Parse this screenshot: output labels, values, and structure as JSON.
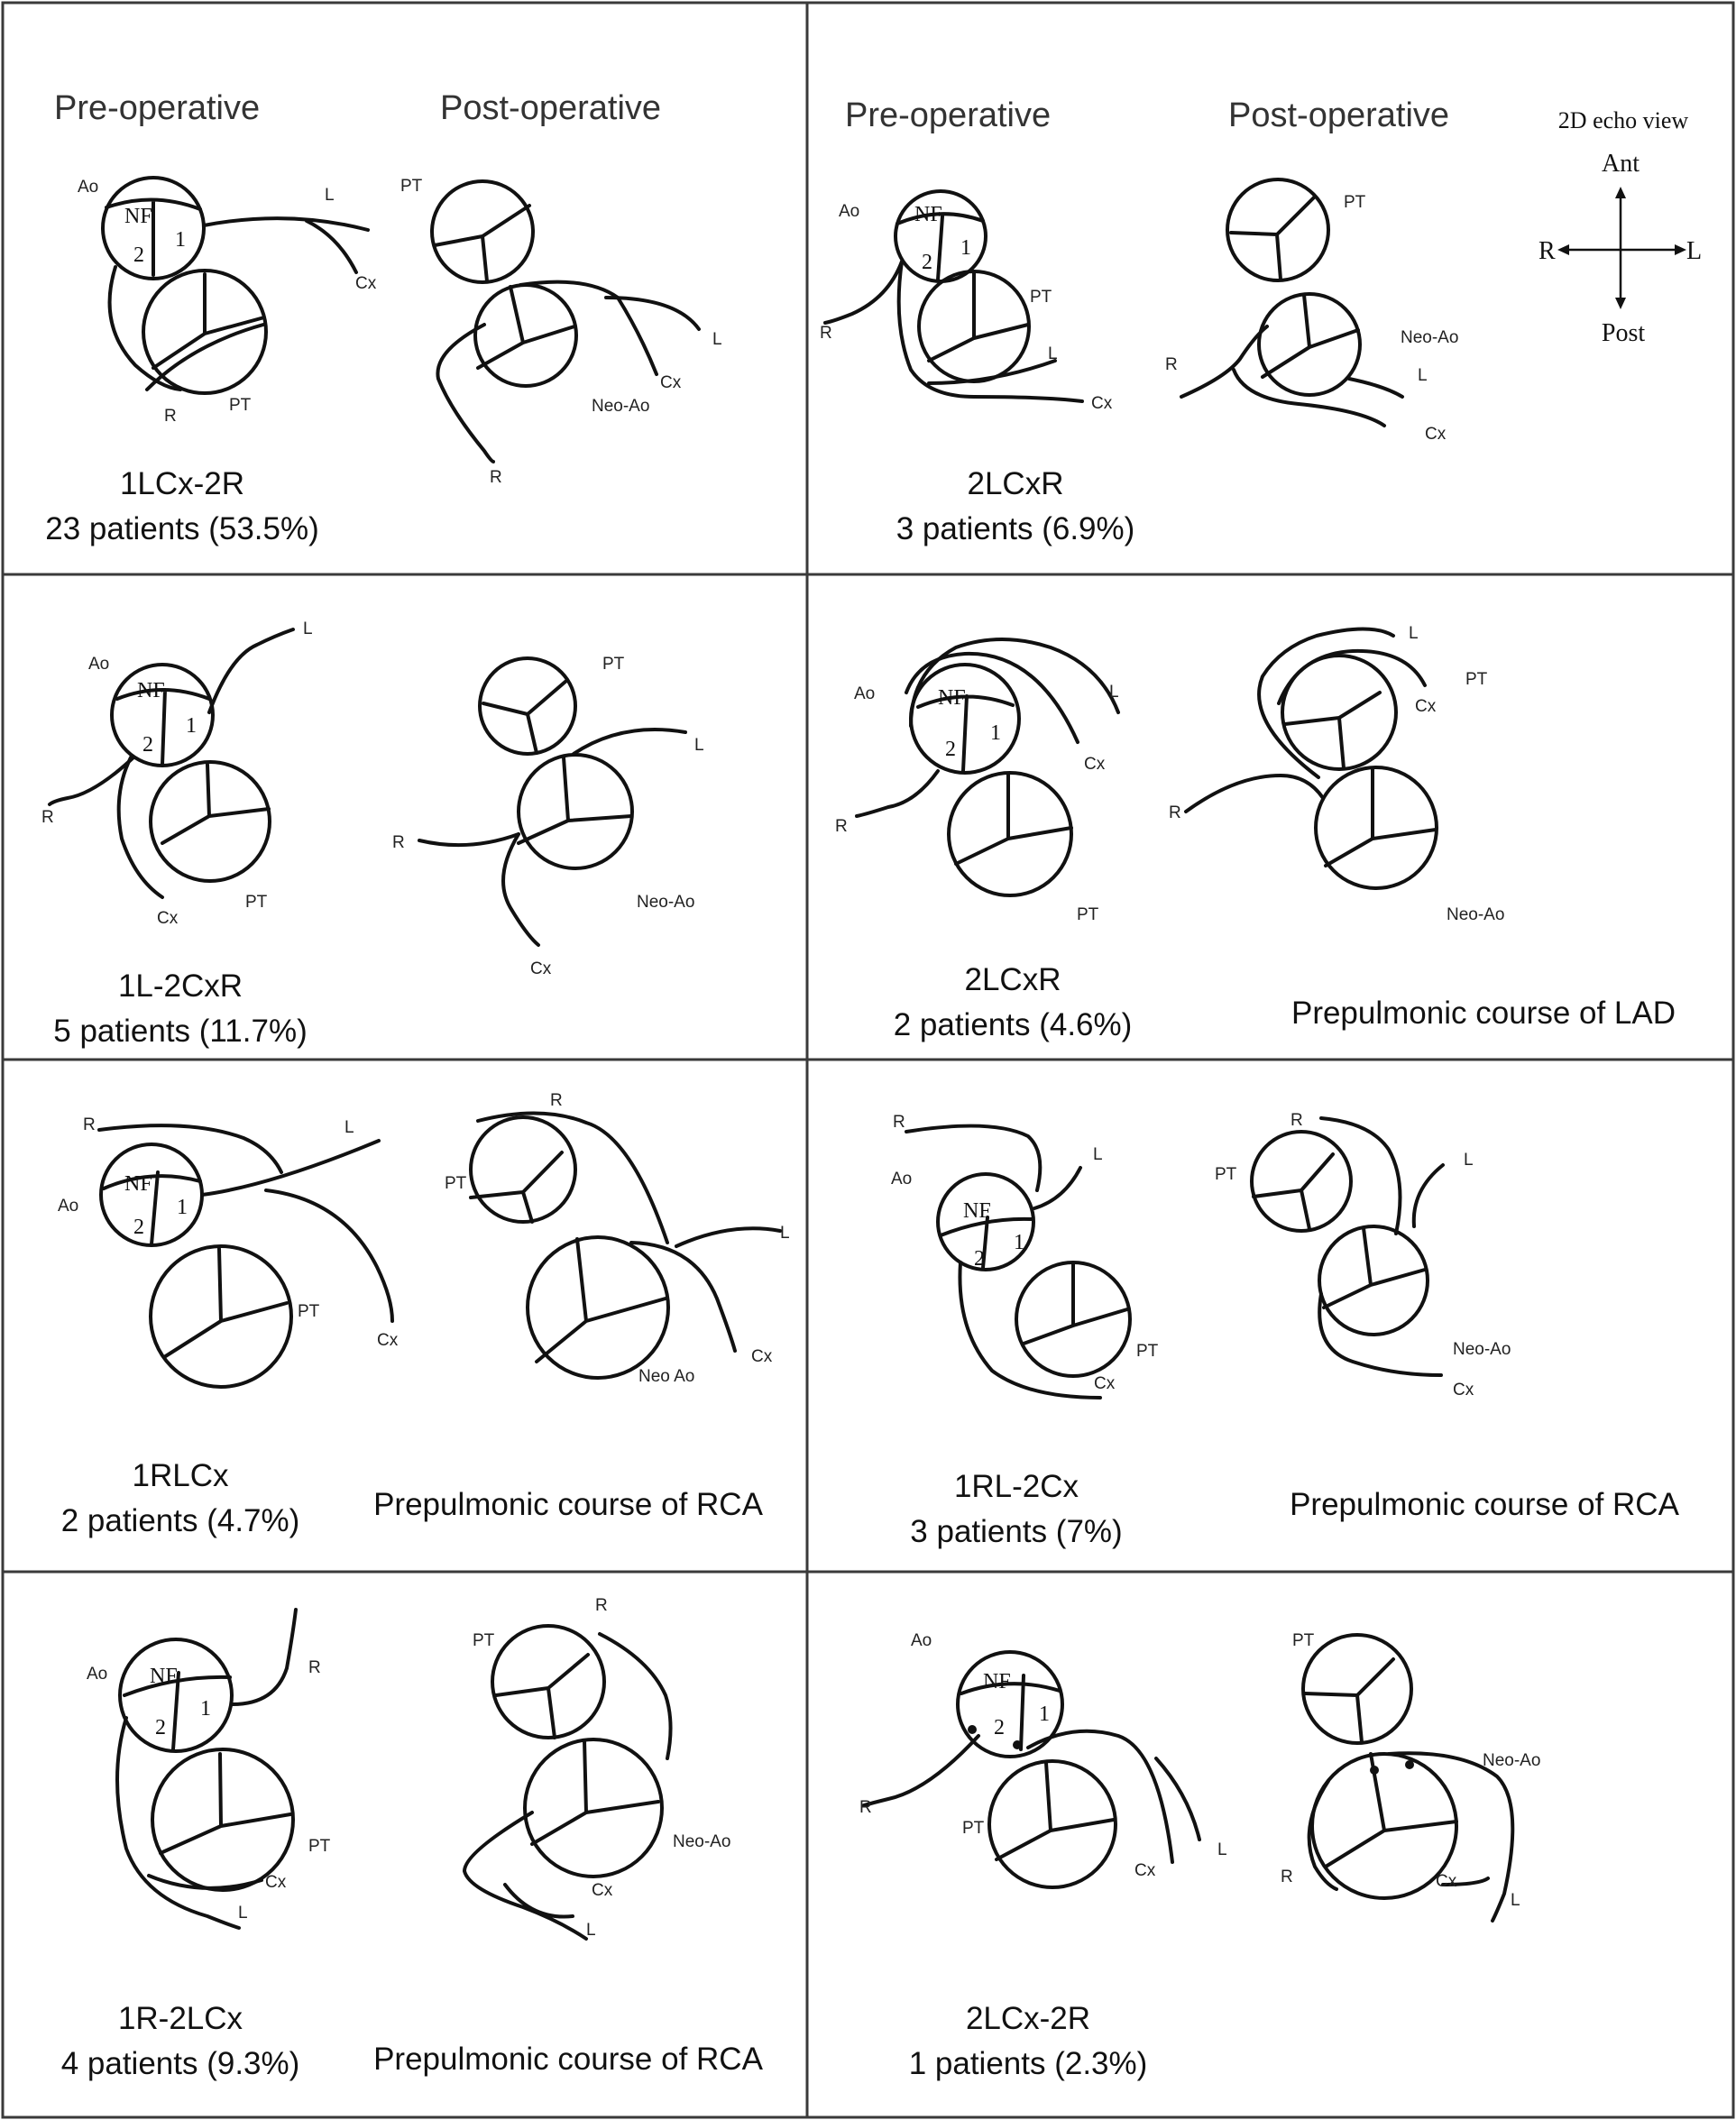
{
  "figure": {
    "orientation": {
      "title": "2D echo view",
      "ant": "Ant",
      "post": "Post",
      "right": "R",
      "left": "L"
    },
    "panels": [
      {
        "headers": {
          "pre": "Pre-operative",
          "post": "Post-operative"
        },
        "caption": "1LCx-2R",
        "patients": "23 patients (53.5%)",
        "note": "",
        "pre_labels": {
          "ao": "Ao",
          "nf": "NF",
          "cusp1": "1",
          "cusp2": "2",
          "l": "L",
          "cx": "Cx",
          "r": "R",
          "pt": "PT"
        },
        "post_labels": {
          "pt": "PT",
          "neo": "Neo-Ao",
          "l": "L",
          "cx": "Cx",
          "r": "R"
        }
      },
      {
        "headers": {
          "pre": "Pre-operative",
          "post": "Post-operative"
        },
        "caption": "2LCxR",
        "patients": "3 patients (6.9%)",
        "note": "",
        "pre_labels": {
          "ao": "Ao",
          "nf": "NF",
          "cusp1": "1",
          "cusp2": "2",
          "r": "R",
          "pt": "PT",
          "l": "L",
          "cx": "Cx"
        },
        "post_labels": {
          "pt": "PT",
          "neo": "Neo-Ao",
          "r": "R",
          "l": "L",
          "cx": "Cx"
        }
      },
      {
        "caption": "1L-2CxR",
        "patients": "5 patients (11.7%)",
        "note": "",
        "pre_labels": {
          "ao": "Ao",
          "nf": "NF",
          "cusp1": "1",
          "cusp2": "2",
          "l": "L",
          "r": "R",
          "cx": "Cx",
          "pt": "PT"
        },
        "post_labels": {
          "pt": "PT",
          "l": "L",
          "r": "R",
          "neo": "Neo-Ao",
          "cx": "Cx"
        }
      },
      {
        "caption": "2LCxR",
        "patients": "2 patients (4.6%)",
        "note": "Prepulmonic course of LAD",
        "pre_labels": {
          "ao": "Ao",
          "nf": "NF",
          "cusp1": "1",
          "cusp2": "2",
          "l": "L",
          "cx": "Cx",
          "r": "R",
          "pt": "PT"
        },
        "post_labels": {
          "l": "L",
          "pt": "PT",
          "cx": "Cx",
          "r": "R",
          "neo": "Neo-Ao"
        }
      },
      {
        "caption": "1RLCx",
        "patients": "2 patients (4.7%)",
        "note": "Prepulmonic course of RCA",
        "pre_labels": {
          "r": "R",
          "l": "L",
          "ao": "Ao",
          "nf": "NF",
          "cusp1": "1",
          "cusp2": "2",
          "pt": "PT",
          "cx": "Cx"
        },
        "post_labels": {
          "r": "R",
          "pt": "PT",
          "l": "L",
          "cx": "Cx",
          "neo": "Neo Ao"
        }
      },
      {
        "caption": "1RL-2Cx",
        "patients": "3 patients (7%)",
        "note": "Prepulmonic course of RCA",
        "pre_labels": {
          "r": "R",
          "ao": "Ao",
          "l": "L",
          "nf": "NF",
          "cusp1": "1",
          "cusp2": "2",
          "pt": "PT",
          "cx": "Cx"
        },
        "post_labels": {
          "r": "R",
          "pt": "PT",
          "l": "L",
          "neo": "Neo-Ao",
          "cx": "Cx"
        }
      },
      {
        "caption": "1R-2LCx",
        "patients": "4 patients (9.3%)",
        "note": "Prepulmonic course of RCA",
        "pre_labels": {
          "ao": "Ao",
          "nf": "NF",
          "cusp1": "1",
          "cusp2": "2",
          "r": "R",
          "pt": "PT",
          "cx": "Cx",
          "l": "L"
        },
        "post_labels": {
          "pt": "PT",
          "r": "R",
          "neo": "Neo-Ao",
          "cx": "Cx",
          "l": "L"
        }
      },
      {
        "caption": "2LCx-2R",
        "patients": "1 patients (2.3%)",
        "note": "",
        "pre_labels": {
          "ao": "Ao",
          "nf": "NF",
          "cusp1": "1",
          "cusp2": "2",
          "r": "R",
          "pt": "PT",
          "cx": "Cx",
          "l": "L"
        },
        "post_labels": {
          "pt": "PT",
          "neo": "Neo-Ao",
          "r": "R",
          "cx": "Cx",
          "l": "L"
        }
      }
    ]
  }
}
